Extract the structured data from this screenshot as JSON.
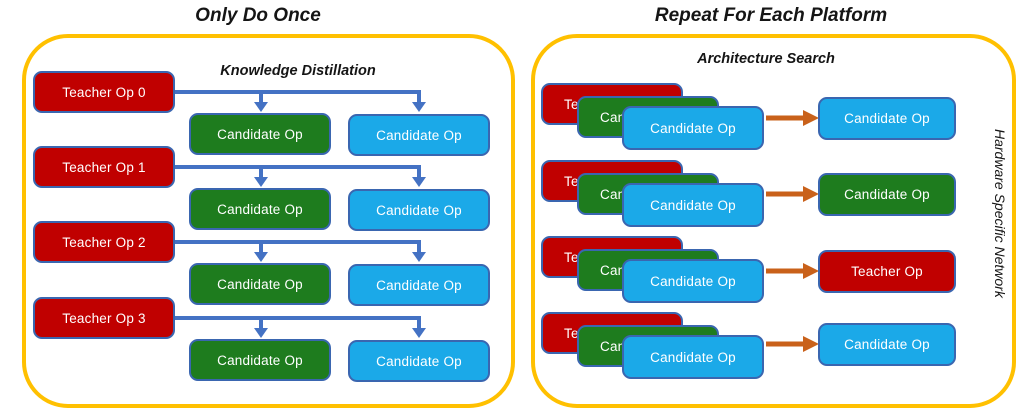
{
  "palette": {
    "teacher_red": "#C00000",
    "candidate_green": "#1E7C1E",
    "candidate_blue": "#1BA9E8",
    "box_border_blue": "#3A66B0",
    "panel_border_gold": "#FFC000",
    "distill_arrow_blue": "#4472C4",
    "search_arrow_orange": "#C9611A"
  },
  "left_panel": {
    "title": "Only Do Once",
    "subtitle": "Knowledge Distillation",
    "rows": [
      {
        "teacher": "Teacher Op 0",
        "green_candidate": "Candidate Op",
        "blue_candidate": "Candidate Op"
      },
      {
        "teacher": "Teacher Op 1",
        "green_candidate": "Candidate Op",
        "blue_candidate": "Candidate Op"
      },
      {
        "teacher": "Teacher Op 2",
        "green_candidate": "Candidate Op",
        "blue_candidate": "Candidate Op"
      },
      {
        "teacher": "Teacher Op 3",
        "green_candidate": "Candidate Op",
        "blue_candidate": "Candidate Op"
      }
    ]
  },
  "right_panel": {
    "title": "Repeat For Each Platform",
    "subtitle": "Architecture Search",
    "side_label": "Hardware Specific Network",
    "rows": [
      {
        "stack_teacher": "Teacher Op",
        "stack_green": "Candidate Op",
        "stack_blue": "Candidate Op",
        "result": "Candidate Op",
        "result_color": "blue"
      },
      {
        "stack_teacher": "Teacher Op",
        "stack_green": "Candidate Op",
        "stack_blue": "Candidate Op",
        "result": "Candidate Op",
        "result_color": "green"
      },
      {
        "stack_teacher": "Teacher Op",
        "stack_green": "Candidate Op",
        "stack_blue": "Candidate Op",
        "result": "Teacher Op",
        "result_color": "red"
      },
      {
        "stack_teacher": "Teacher Op",
        "stack_green": "Candidate Op",
        "stack_blue": "Candidate Op",
        "result": "Candidate Op",
        "result_color": "blue"
      }
    ]
  }
}
